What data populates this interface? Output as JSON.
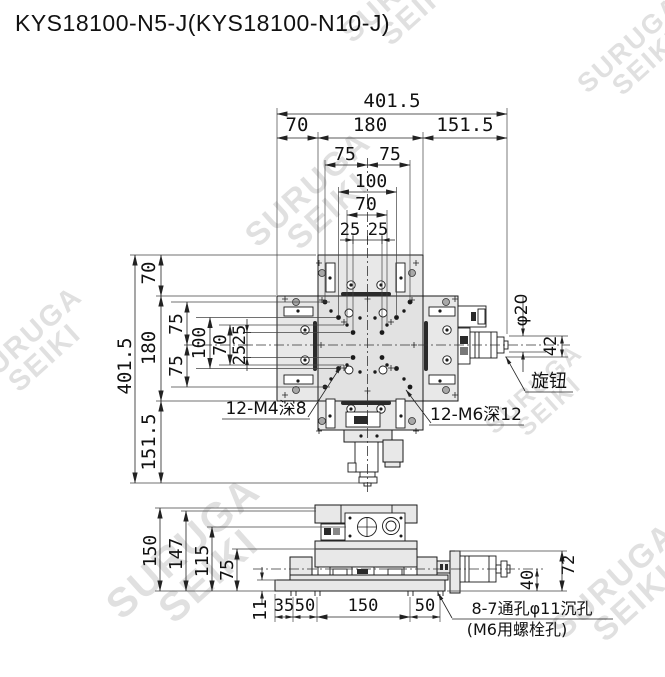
{
  "title": "KYS18100-N5-J(KYS18100-N10-J)",
  "watermark": {
    "line1": "SURUGA",
    "line2": "SEIKI"
  },
  "plan": {
    "top": {
      "total": "401.5",
      "seg70": "70",
      "seg180": "180",
      "seg151": "151.5",
      "left75": "75",
      "right75": "75",
      "d100": "100",
      "d70": "70",
      "left25": "25",
      "right25": "25"
    },
    "left": {
      "total": "401.5",
      "seg70": "70",
      "seg180": "180",
      "seg151": "151.5",
      "top75": "75",
      "bot75": "75",
      "d100": "100",
      "d70": "70",
      "top25": "25",
      "bot25": "25"
    },
    "right": {
      "dia": "φ20",
      "len": "42"
    },
    "labels": {
      "m4": "12-M4深8",
      "m6": "12-M6深12",
      "knob": "旋钮"
    }
  },
  "front": {
    "left": {
      "d150": "150",
      "d147": "147",
      "d115": "115",
      "d75": "75",
      "d11": "11"
    },
    "bottom": {
      "d35": "35",
      "d50a": "50",
      "d150": "150",
      "d50b": "50"
    },
    "right": {
      "d40": "40",
      "d72": "72"
    },
    "labels": {
      "holes_line1": "8-7通孔φ11沉孔",
      "holes_line2": "(M6用螺栓孔)"
    }
  }
}
